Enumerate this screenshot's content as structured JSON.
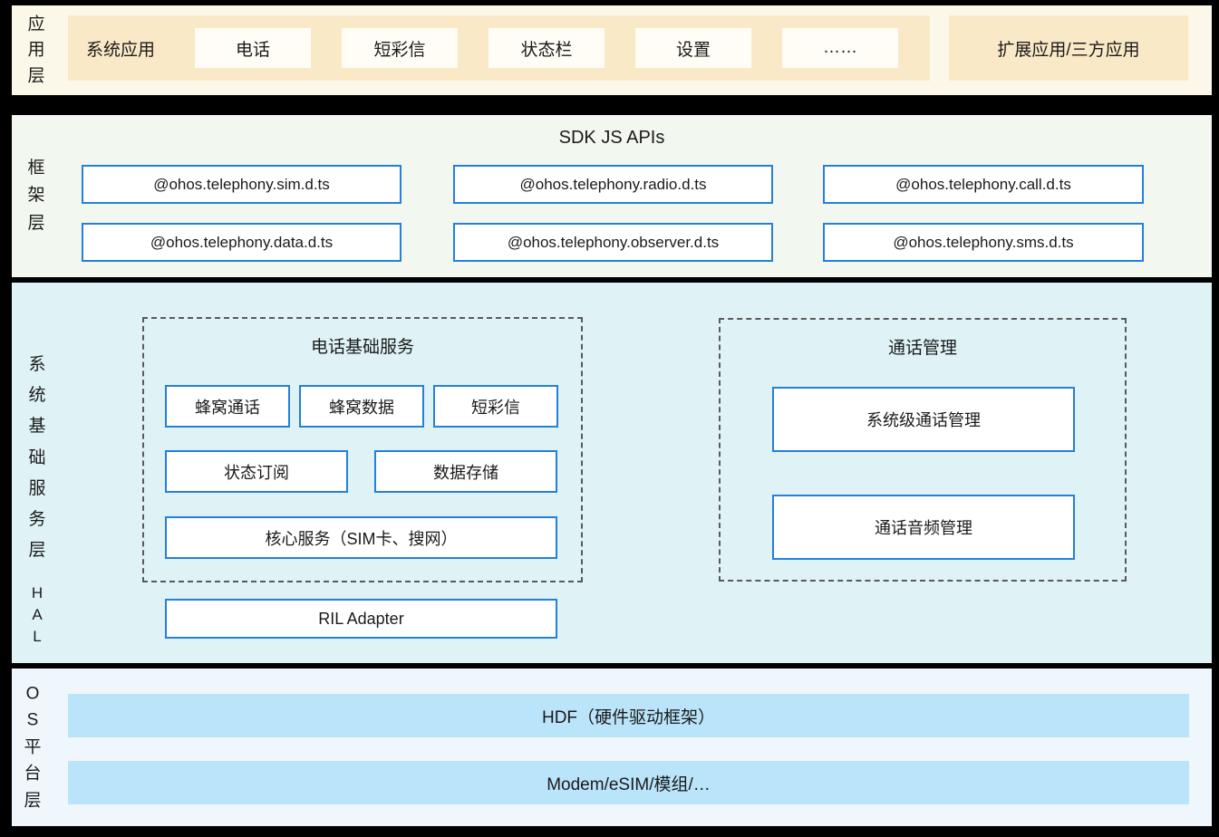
{
  "layers": {
    "app": {
      "label": "应用层",
      "system_apps_label": "系统应用",
      "apps": [
        "电话",
        "短彩信",
        "状态栏",
        "设置",
        "……"
      ],
      "extension_label": "扩展应用/三方应用"
    },
    "framework": {
      "label": "框架层",
      "title": "SDK JS APIs",
      "apis": [
        "@ohos.telephony.sim.d.ts",
        "@ohos.telephony.radio.d.ts",
        "@ohos.telephony.call.d.ts",
        "@ohos.telephony.data.d.ts",
        "@ohos.telephony.observer.d.ts",
        "@ohos.telephony.sms.d.ts"
      ]
    },
    "system": {
      "label": "系统基础服务层",
      "hal_label": "HAL",
      "telephony_group": {
        "title": "电话基础服务",
        "row1": [
          "蜂窝通话",
          "蜂窝数据",
          "短彩信"
        ],
        "row2": [
          "状态订阅",
          "数据存储"
        ],
        "core_service": "核心服务（SIM卡、搜网）"
      },
      "call_group": {
        "title": "通话管理",
        "items": [
          "系统级通话管理",
          "通话音频管理"
        ]
      },
      "ril_adapter": "RIL Adapter"
    },
    "os": {
      "label": "OS平台层",
      "bars": [
        "HDF（硬件驱动框架）",
        "Modem/eSIM/模组/…"
      ]
    }
  },
  "colors": {
    "page_bg": "#000000",
    "app_layer_bg": "#FCF8E9",
    "app_band_bg": "#FAE9C7",
    "app_chip_bg": "#FFFDF6",
    "framework_layer_bg": "#F2F7EF",
    "system_layer_bg": "#DFF3F6",
    "os_layer_bg": "#F0F7FC",
    "os_bar_bg": "#BAE4F9",
    "box_border_blue": "#2380DC",
    "dashed_border_gray": "#5A5A5A",
    "text": "#1A1A1A"
  }
}
